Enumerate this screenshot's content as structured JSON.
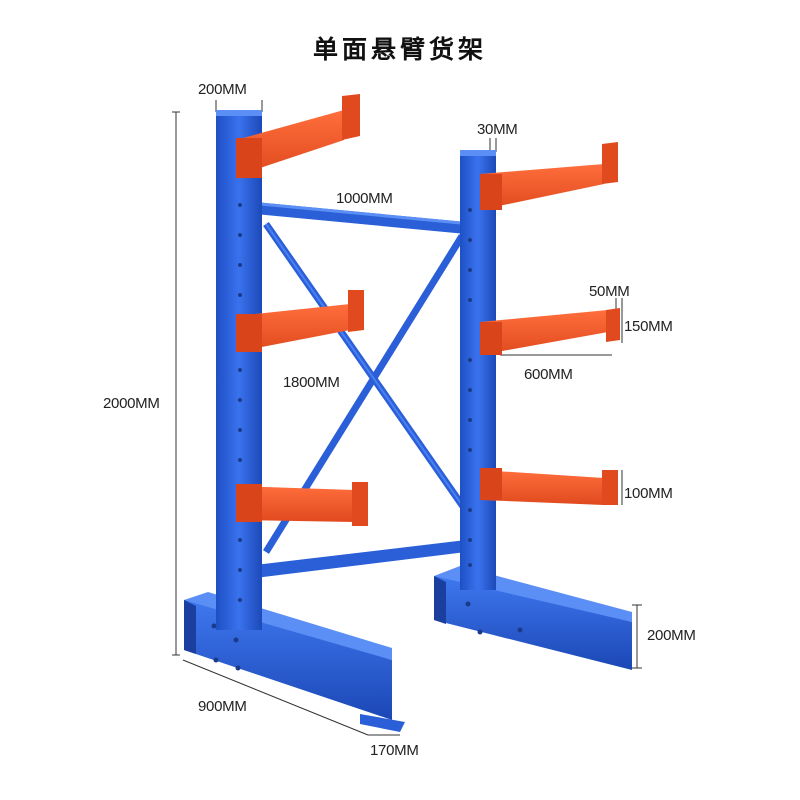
{
  "title": "单面悬臂货架",
  "dimensions": {
    "arm_width": "200MM",
    "upright_width": "30MM",
    "beam_length": "1000MM",
    "arm_tip": "50MM",
    "arm_height": "150MM",
    "arm_length": "600MM",
    "bracing": "1800MM",
    "total_height": "2000MM",
    "arm_spacing": "100MM",
    "base_height": "200MM",
    "base_length": "900MM",
    "base_width": "170MM"
  },
  "colors": {
    "frame_blue": "#2a5fd8",
    "arm_orange": "#f0582a",
    "line": "#333333"
  }
}
